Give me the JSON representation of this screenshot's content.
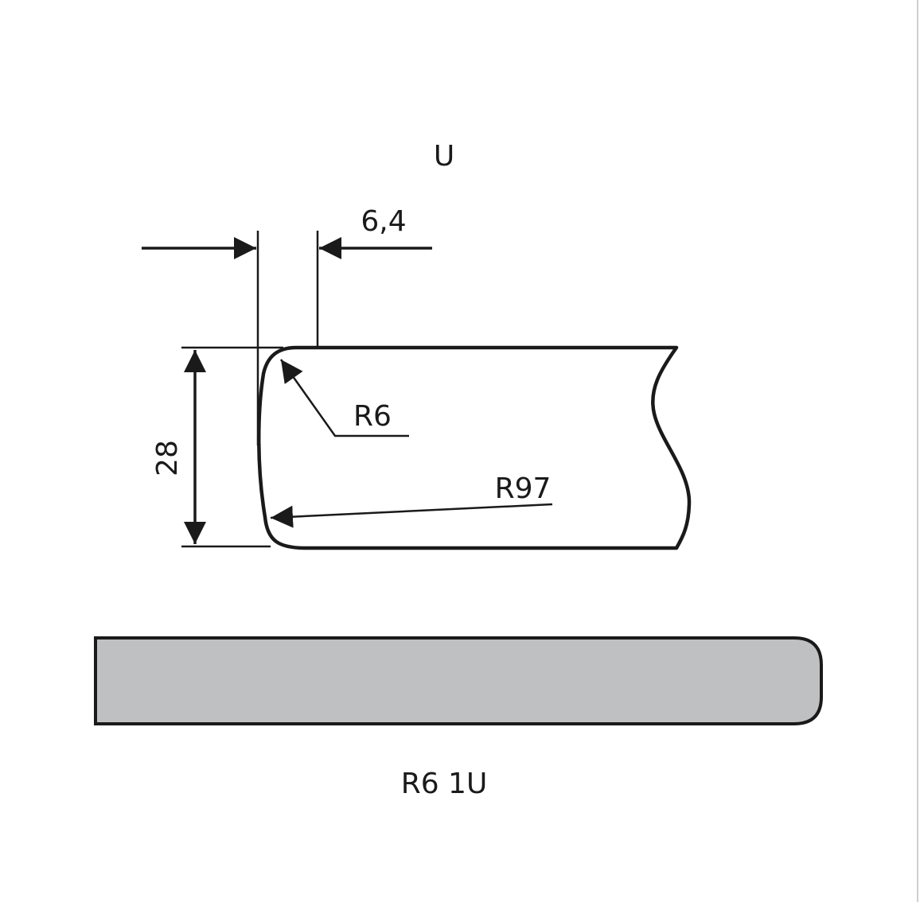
{
  "profile_code": "U",
  "dimensions": {
    "width": "6,4",
    "height": "28",
    "corner_radius": "R6",
    "edge_radius": "R97"
  },
  "caption": "R6 1U",
  "colors": {
    "line": "#1a1a1a",
    "edge_strip_fill": "#bfc0c2",
    "background": "#ffffff"
  }
}
